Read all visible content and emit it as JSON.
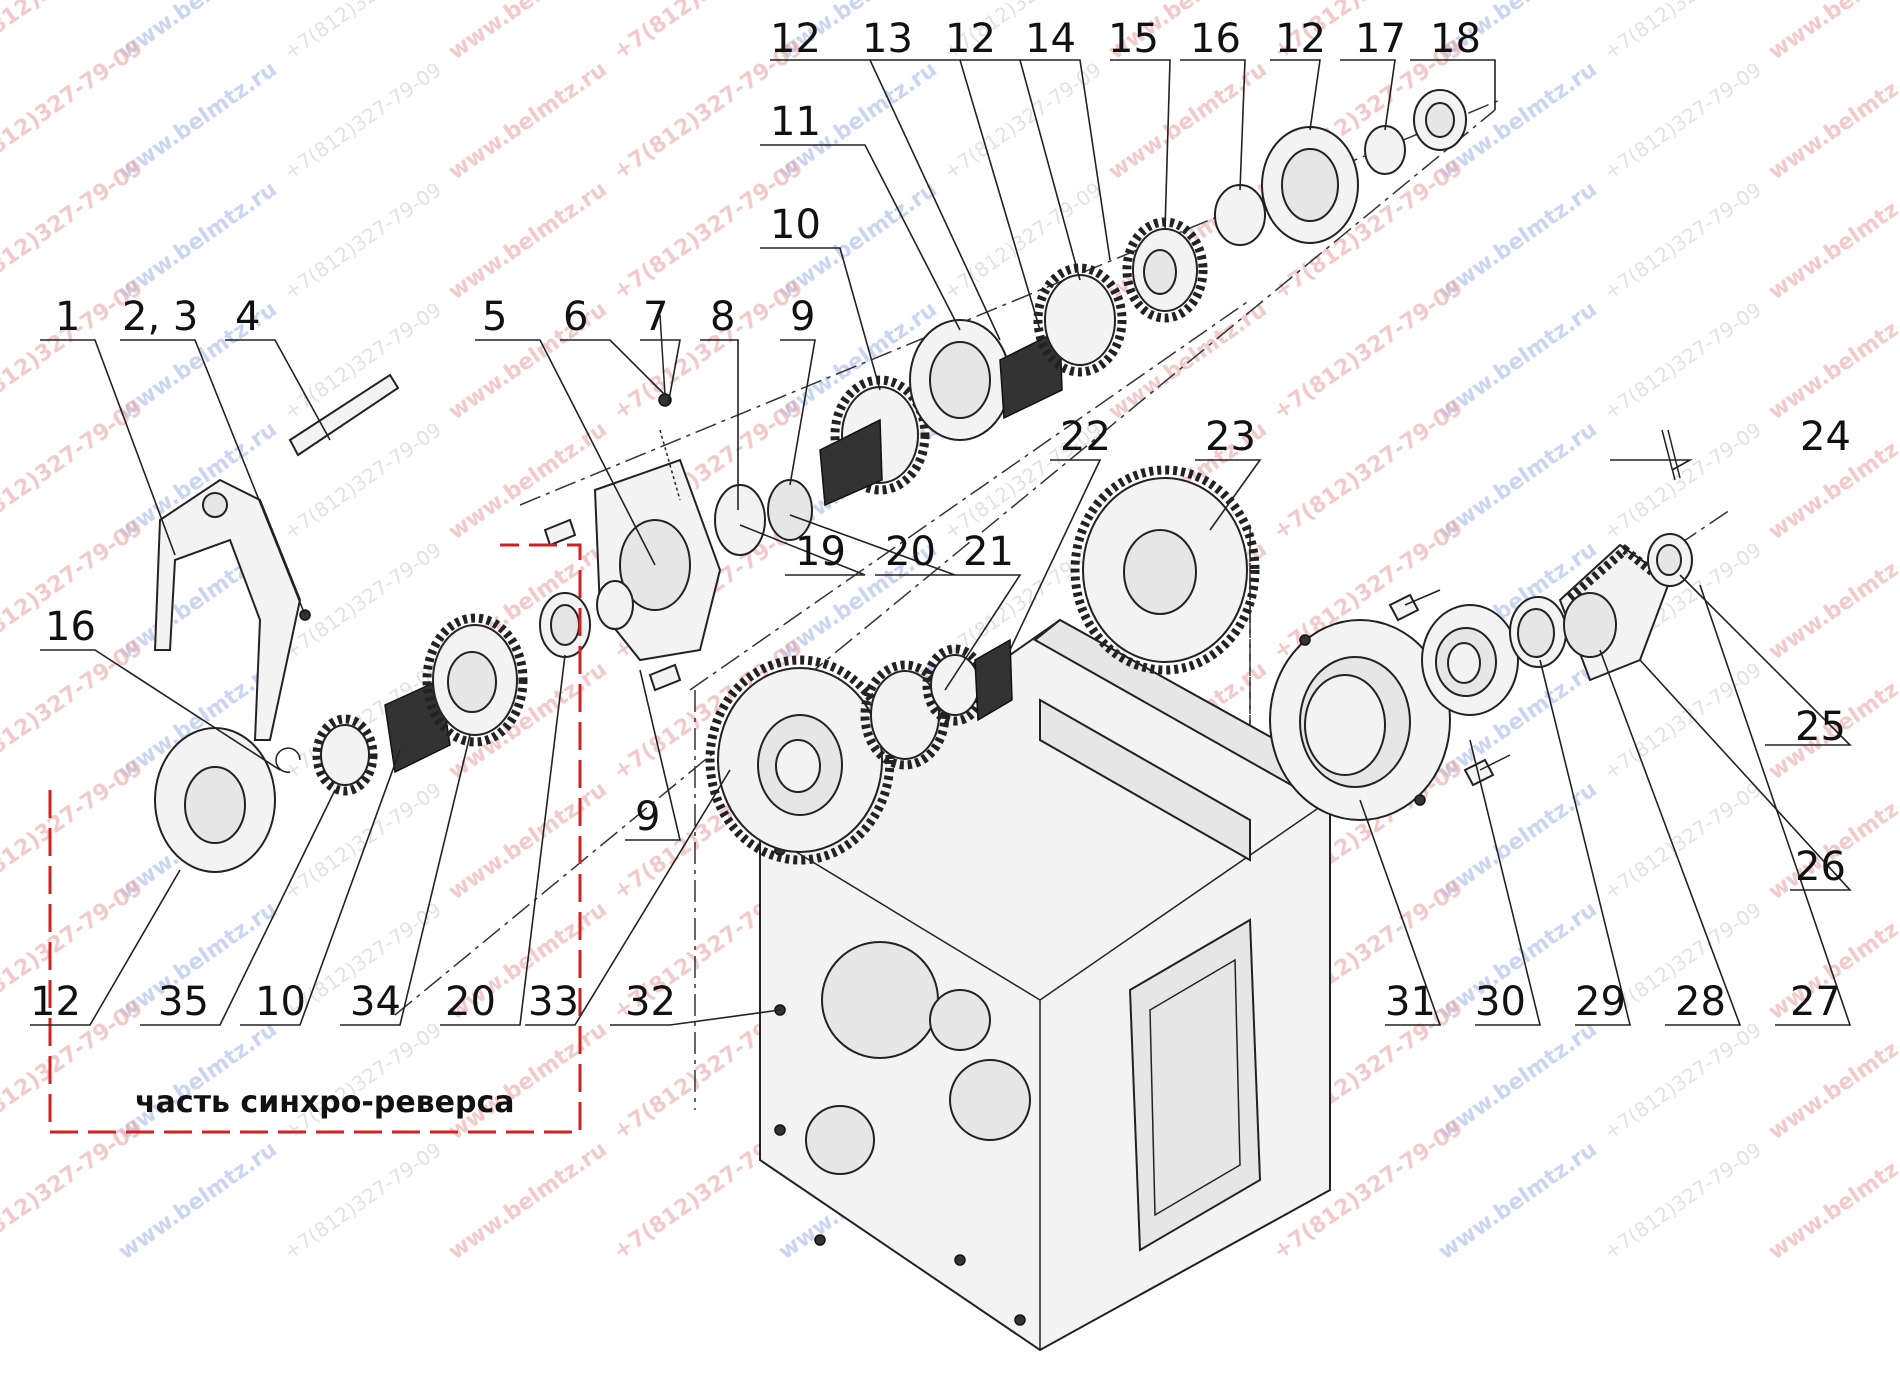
{
  "diagram": {
    "caption": "часть синхро-реверса",
    "colors": {
      "frame": "#d42020",
      "ink": "#111111",
      "watermark_red": "#e8a0a0",
      "watermark_blue": "#9fb4e6"
    },
    "labels": {
      "l1": "1",
      "l23": "2, 3",
      "l4": "4",
      "l5": "5",
      "l6": "6",
      "l7": "7",
      "l8": "8",
      "l9a": "9",
      "l10a": "10",
      "l11": "11",
      "l12a": "12",
      "l13": "13",
      "l12b": "12",
      "l14": "14",
      "l15": "15",
      "l16a": "16",
      "l12c": "12",
      "l17": "17",
      "l18": "18",
      "l16b": "16",
      "l19": "19",
      "l20a": "20",
      "l21": "21",
      "l22": "22",
      "l23b": "23",
      "l24": "24",
      "l25": "25",
      "l26": "26",
      "l9b": "9",
      "l12d": "12",
      "l35": "35",
      "l10b": "10",
      "l34": "34",
      "l20b": "20",
      "l33": "33",
      "l32": "32",
      "l31": "31",
      "l30": "30",
      "l29": "29",
      "l28": "28",
      "l27": "27"
    },
    "watermarks": {
      "site": "www.belmtz.ru",
      "phone": "+7(812)327-79-09"
    }
  }
}
